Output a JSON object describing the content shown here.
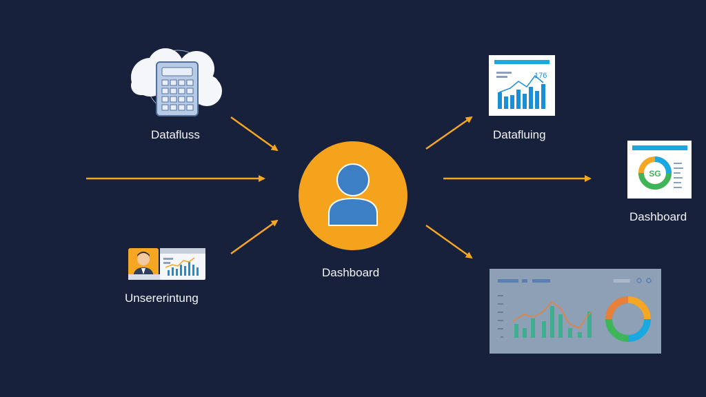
{
  "labels": {
    "dataflow_source": "Datafluss",
    "user_source": "Unsererintung",
    "center": "Dashboard",
    "report_target": "Datafluing",
    "gauge_target": "Dashboard"
  },
  "report_card": {
    "value": "176"
  },
  "gauge_card": {
    "value": "SG"
  },
  "colors": {
    "background": "#18213b",
    "arrow": "#f5a623",
    "hub": "#f5a31c",
    "user_icon": "#3d7fc4",
    "bars": "#1a8fd6",
    "teal_bars": "#3fae8f",
    "line_orange": "#e9803a",
    "card_white": "#ffffff",
    "panel": "#8da0b6"
  },
  "icons": {
    "calculator": "calculator-icon",
    "cloud": "cloud-icon",
    "user": "user-icon",
    "avatar": "person-avatar-icon"
  }
}
